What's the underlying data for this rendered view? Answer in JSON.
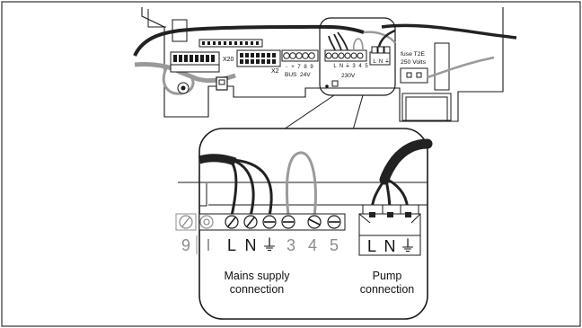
{
  "board": {
    "connector_x20": "X20",
    "connector_x2": "X2",
    "bus_label": "BUS",
    "bus_voltage": "24V",
    "bus_terminals": [
      "-",
      "+",
      "7",
      "8",
      "9"
    ],
    "mains_terminals_small": [
      "L",
      "N",
      "⏚",
      "3",
      "4",
      "5"
    ],
    "pump_terminals_small": [
      "L",
      "N",
      "⏚"
    ],
    "mains_voltage": "230V",
    "fuse_line1": "fuse T2E",
    "fuse_line2": "250 Volts"
  },
  "detail": {
    "terminal_numbers": [
      "9",
      "I",
      "L",
      "N",
      "⏚",
      "3",
      "4",
      "5"
    ],
    "pump_terminals": [
      "L",
      "N",
      "⏚"
    ],
    "mains_caption_line1": "Mains supply",
    "mains_caption_line2": "connection",
    "pump_caption_line1": "Pump",
    "pump_caption_line2": "connection"
  },
  "colors": {
    "line": "#1a1a1a",
    "cable_dark": "#222222",
    "wire_grey": "#9a9a9a",
    "terminal_grey": "#8c8c8c",
    "board_fill": "#ffffff"
  }
}
